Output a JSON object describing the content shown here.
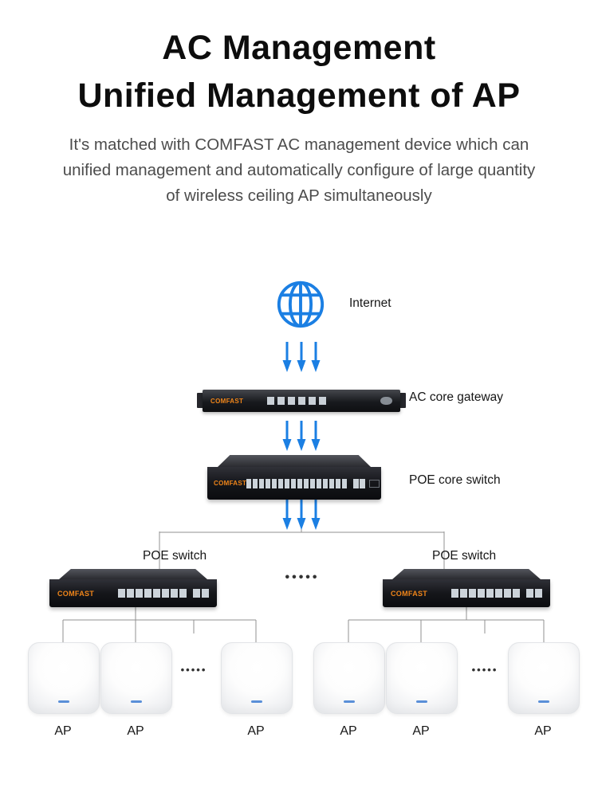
{
  "header": {
    "title_line1": "AC Management",
    "title_line2": "Unified Management of AP",
    "subtitle_lines": [
      "It's matched with COMFAST AC management device which can",
      "unified management and automatically configure of large quantity",
      "of wireless ceiling AP simultaneously"
    ]
  },
  "diagram": {
    "internet_label": "Internet",
    "gateway_label": "AC core gateway",
    "core_switch_label": "POE core switch",
    "switch_left_label": "POE switch",
    "switch_right_label": "POE switch",
    "brand": "COMFAST",
    "dots": "•••••",
    "ap_labels": [
      "AP",
      "AP",
      "AP",
      "AP",
      "AP",
      "AP"
    ]
  },
  "colors": {
    "accent_blue": "#1b7fe3",
    "brand_orange": "#f08519",
    "device_black": "#17181d",
    "line_gray": "#909090"
  }
}
